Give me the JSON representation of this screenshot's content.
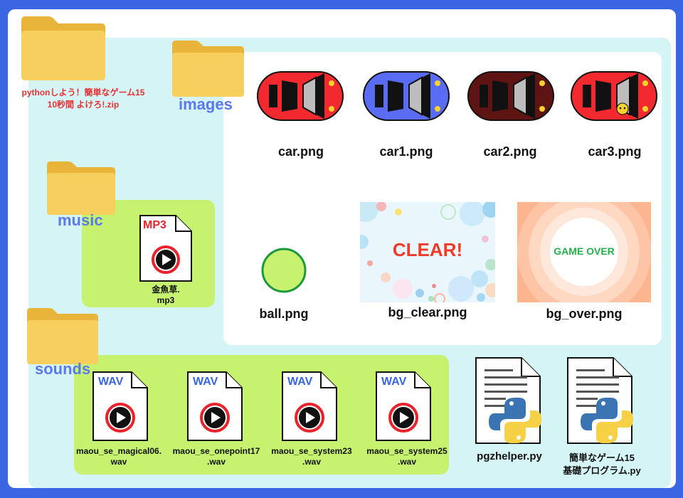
{
  "root": {
    "zip_name_line1": "pythonしよう！簡単なゲーム15",
    "zip_name_line2": "10秒間 よけろ!.zip"
  },
  "folders": {
    "images": "images",
    "music": "music",
    "sounds": "sounds"
  },
  "images": [
    {
      "name": "car.png",
      "color": "#f2292f"
    },
    {
      "name": "car1.png",
      "color": "#5a6cf3"
    },
    {
      "name": "car2.png",
      "color": "#5e1412"
    },
    {
      "name": "car3.png",
      "color": "#f2292f"
    },
    {
      "name": "ball.png",
      "color": "#c6f26f"
    },
    {
      "name": "bg_clear.png",
      "text": "CLEAR!"
    },
    {
      "name": "bg_over.png",
      "text": "GAME OVER"
    }
  ],
  "music": {
    "badge": "MP3",
    "name_line1": "金魚草.",
    "name_line2": "mp3"
  },
  "sounds": [
    {
      "badge": "WAV",
      "name_line1": "maou_se_magical06.",
      "name_line2": "wav"
    },
    {
      "badge": "WAV",
      "name_line1": "maou_se_onepoint17",
      "name_line2": ".wav"
    },
    {
      "badge": "WAV",
      "name_line1": "maou_se_system23",
      "name_line2": ".wav"
    },
    {
      "badge": "WAV",
      "name_line1": "maou_se_system25",
      "name_line2": ".wav"
    }
  ],
  "python_files": [
    {
      "name_line1": "pgzhelper.py",
      "name_line2": ""
    },
    {
      "name_line1": "簡単なゲーム15",
      "name_line2": "基礎プログラム.py"
    }
  ],
  "colors": {
    "background": "#3a66e4",
    "zip_region": "#d4f4f6",
    "green_panel": "#c6f26f",
    "folder_label": "#5b79ea",
    "zip_label": "#e83232"
  }
}
